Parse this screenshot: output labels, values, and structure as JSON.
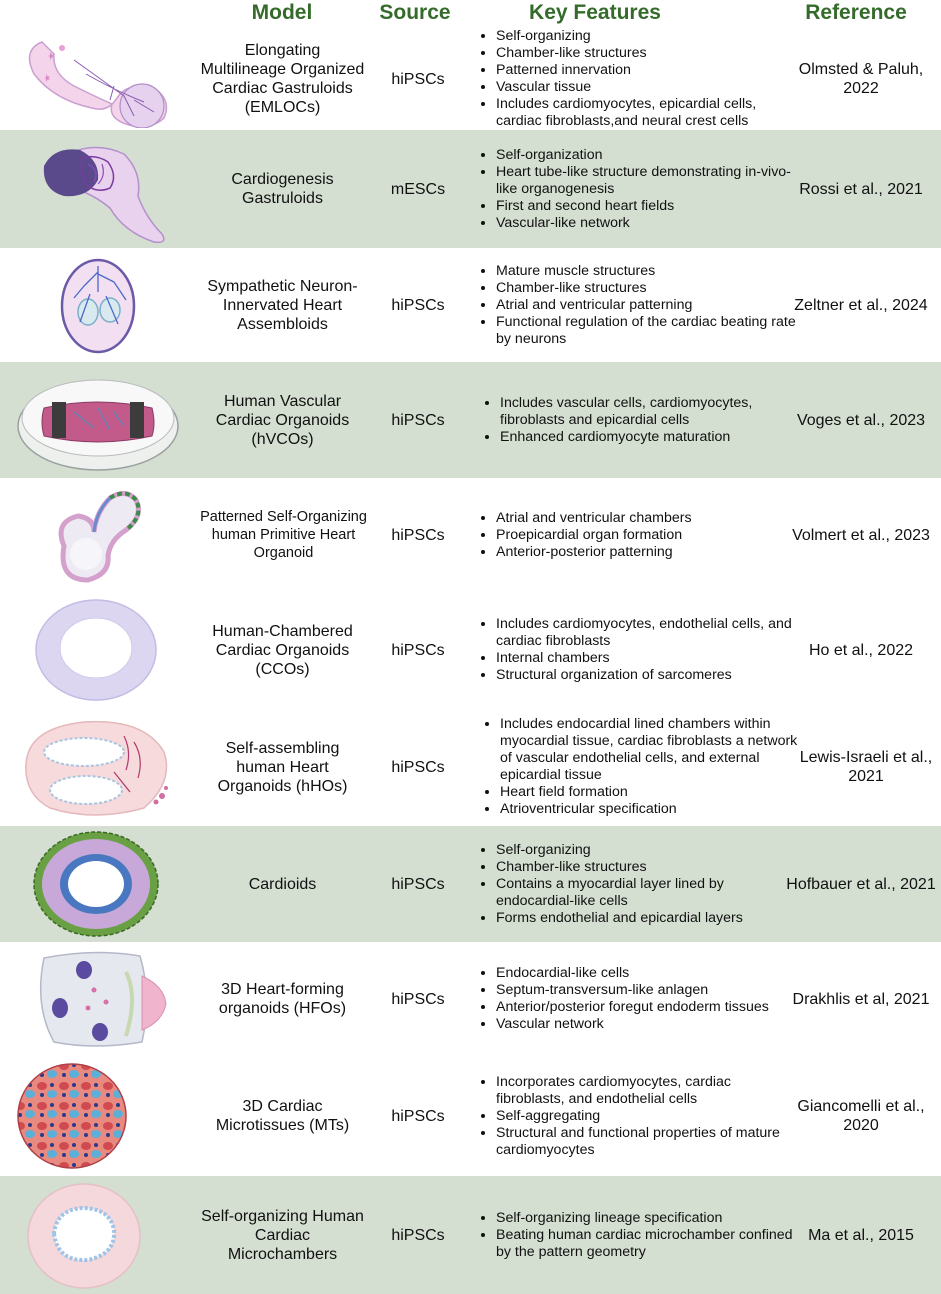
{
  "header": {
    "model": "Model",
    "source": "Source",
    "features": "Key Features",
    "reference": "Reference"
  },
  "colors": {
    "header_green": "#356b2a",
    "row_alt": "#d4dfd1",
    "row_white": "#ffffff"
  },
  "rows": [
    {
      "model": "Elongating Multilineage Organized Cardiac Gastruloids (EMLOCs)",
      "source": "hiPSCs",
      "features": [
        "Self-organizing",
        "Chamber-like structures",
        "Patterned innervation",
        "Vascular tissue",
        "Includes cardiomyocytes, epicardial cells, cardiac fibroblasts,and neural crest cells"
      ],
      "reference": "Olmsted & Paluh, 2022",
      "icon": "elongating-gastruloid-illustration"
    },
    {
      "model": "Cardiogenesis Gastruloids",
      "source": "mESCs",
      "features": [
        "Self-organization",
        "Heart tube-like structure demonstrating in-vivo-like organogenesis",
        "First and second heart fields",
        "Vascular-like network"
      ],
      "reference": "Rossi et al., 2021",
      "icon": "cardiogenesis-gastruloid-illustration"
    },
    {
      "model": "Sympathetic Neuron-Innervated Heart Assembloids",
      "source": "hiPSCs",
      "features": [
        "Mature muscle structures",
        "Chamber-like structures",
        "Atrial and ventricular patterning",
        "Functional regulation of the cardiac beating rate by neurons"
      ],
      "reference": "Zeltner et al., 2024",
      "icon": "innervated-assembloid-illustration"
    },
    {
      "model": "Human Vascular Cardiac Organoids (hVCOs)",
      "source": "hiPSCs",
      "features": [
        "Includes vascular cells, cardiomyocytes, fibroblasts and epicardial cells",
        "Enhanced cardiomyocyte maturation"
      ],
      "reference": "Voges et al., 2023",
      "icon": "vascular-organoid-dish-illustration"
    },
    {
      "model": "Patterned Self-Organizing human Primitive Heart Organoid",
      "source": "hiPSCs",
      "features": [
        "Atrial and ventricular chambers",
        "Proepicardial organ formation",
        "Anterior-posterior patterning"
      ],
      "reference": "Volmert et al., 2023",
      "icon": "primitive-heart-organoid-illustration"
    },
    {
      "model": "Human-Chambered Cardiac Organoids (CCOs)",
      "source": "hiPSCs",
      "features": [
        "Includes cardiomyocytes, endothelial cells, and cardiac fibroblasts",
        "Internal chambers",
        "Structural organization of sarcomeres"
      ],
      "reference": "Ho et al., 2022",
      "icon": "chambered-organoid-illustration"
    },
    {
      "model": "Self-assembling human Heart Organoids (hHOs)",
      "source": "hiPSCs",
      "features": [
        "Includes endocardial lined chambers within myocardial tissue, cardiac fibroblasts a network of vascular endothelial cells, and external epicardial tissue",
        "Heart field formation",
        "Atrioventricular specification"
      ],
      "reference": "Lewis-Israeli et al., 2021",
      "icon": "heart-organoid-illustration"
    },
    {
      "model": "Cardioids",
      "source": "hiPSCs",
      "features": [
        "Self-organizing",
        "Chamber-like structures",
        "Contains a myocardial layer lined by endocardial-like cells",
        "Forms endothelial and epicardial layers"
      ],
      "reference": "Hofbauer et al., 2021",
      "icon": "cardioid-illustration"
    },
    {
      "model": "3D Heart-forming organoids (HFOs)",
      "source": "hiPSCs",
      "features": [
        "Endocardial-like cells",
        "Septum-transversum-like anlagen",
        "Anterior/posterior foregut endoderm tissues",
        "Vascular network"
      ],
      "reference": "Drakhlis et al, 2021",
      "icon": "heart-forming-organoid-illustration"
    },
    {
      "model": "3D Cardiac Microtissues (MTs)",
      "source": "hiPSCs",
      "features": [
        "Incorporates cardiomyocytes, cardiac fibroblasts, and endothelial cells",
        "Self-aggregating",
        "Structural and functional properties of mature cardiomyocytes"
      ],
      "reference": "Giancomelli et al., 2020",
      "icon": "microtissue-sphere-illustration"
    },
    {
      "model": "Self-organizing Human Cardiac Microchambers",
      "source": "hiPSCs",
      "features": [
        "Self-organizing lineage specification",
        "Beating human cardiac microchamber confined by the pattern geometry"
      ],
      "reference": "Ma et al., 2015",
      "icon": "microchamber-illustration"
    }
  ]
}
